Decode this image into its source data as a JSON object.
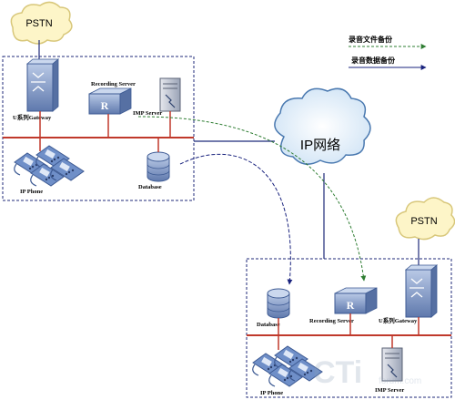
{
  "legend": {
    "file_backup": "录音文件备份",
    "data_backup": "录音数据备份"
  },
  "network": {
    "label": "IP网络"
  },
  "site_a": {
    "pstn": "PSTN",
    "gateway": "U系列Gateway",
    "recording_server": "Recording Server",
    "imp_server": "IMP Server",
    "ip_phone": "IP Phone",
    "database": "Database"
  },
  "site_b": {
    "pstn": "PSTN",
    "gateway": "U系列Gateway",
    "recording_server": "Recording Server",
    "imp_server": "IMP Server",
    "ip_phone": "IP Phone",
    "database": "Database"
  },
  "watermark": {
    "main": "CTi",
    "sub": "forum.com"
  },
  "colors": {
    "file_backup_line": "#2e7d32",
    "data_backup_line": "#1a237e",
    "lan_bus": "#c0392b",
    "frame": "#1f2a7a",
    "device_blue": "#7a93c2",
    "pstn_cloud": "#fdf5c8"
  }
}
